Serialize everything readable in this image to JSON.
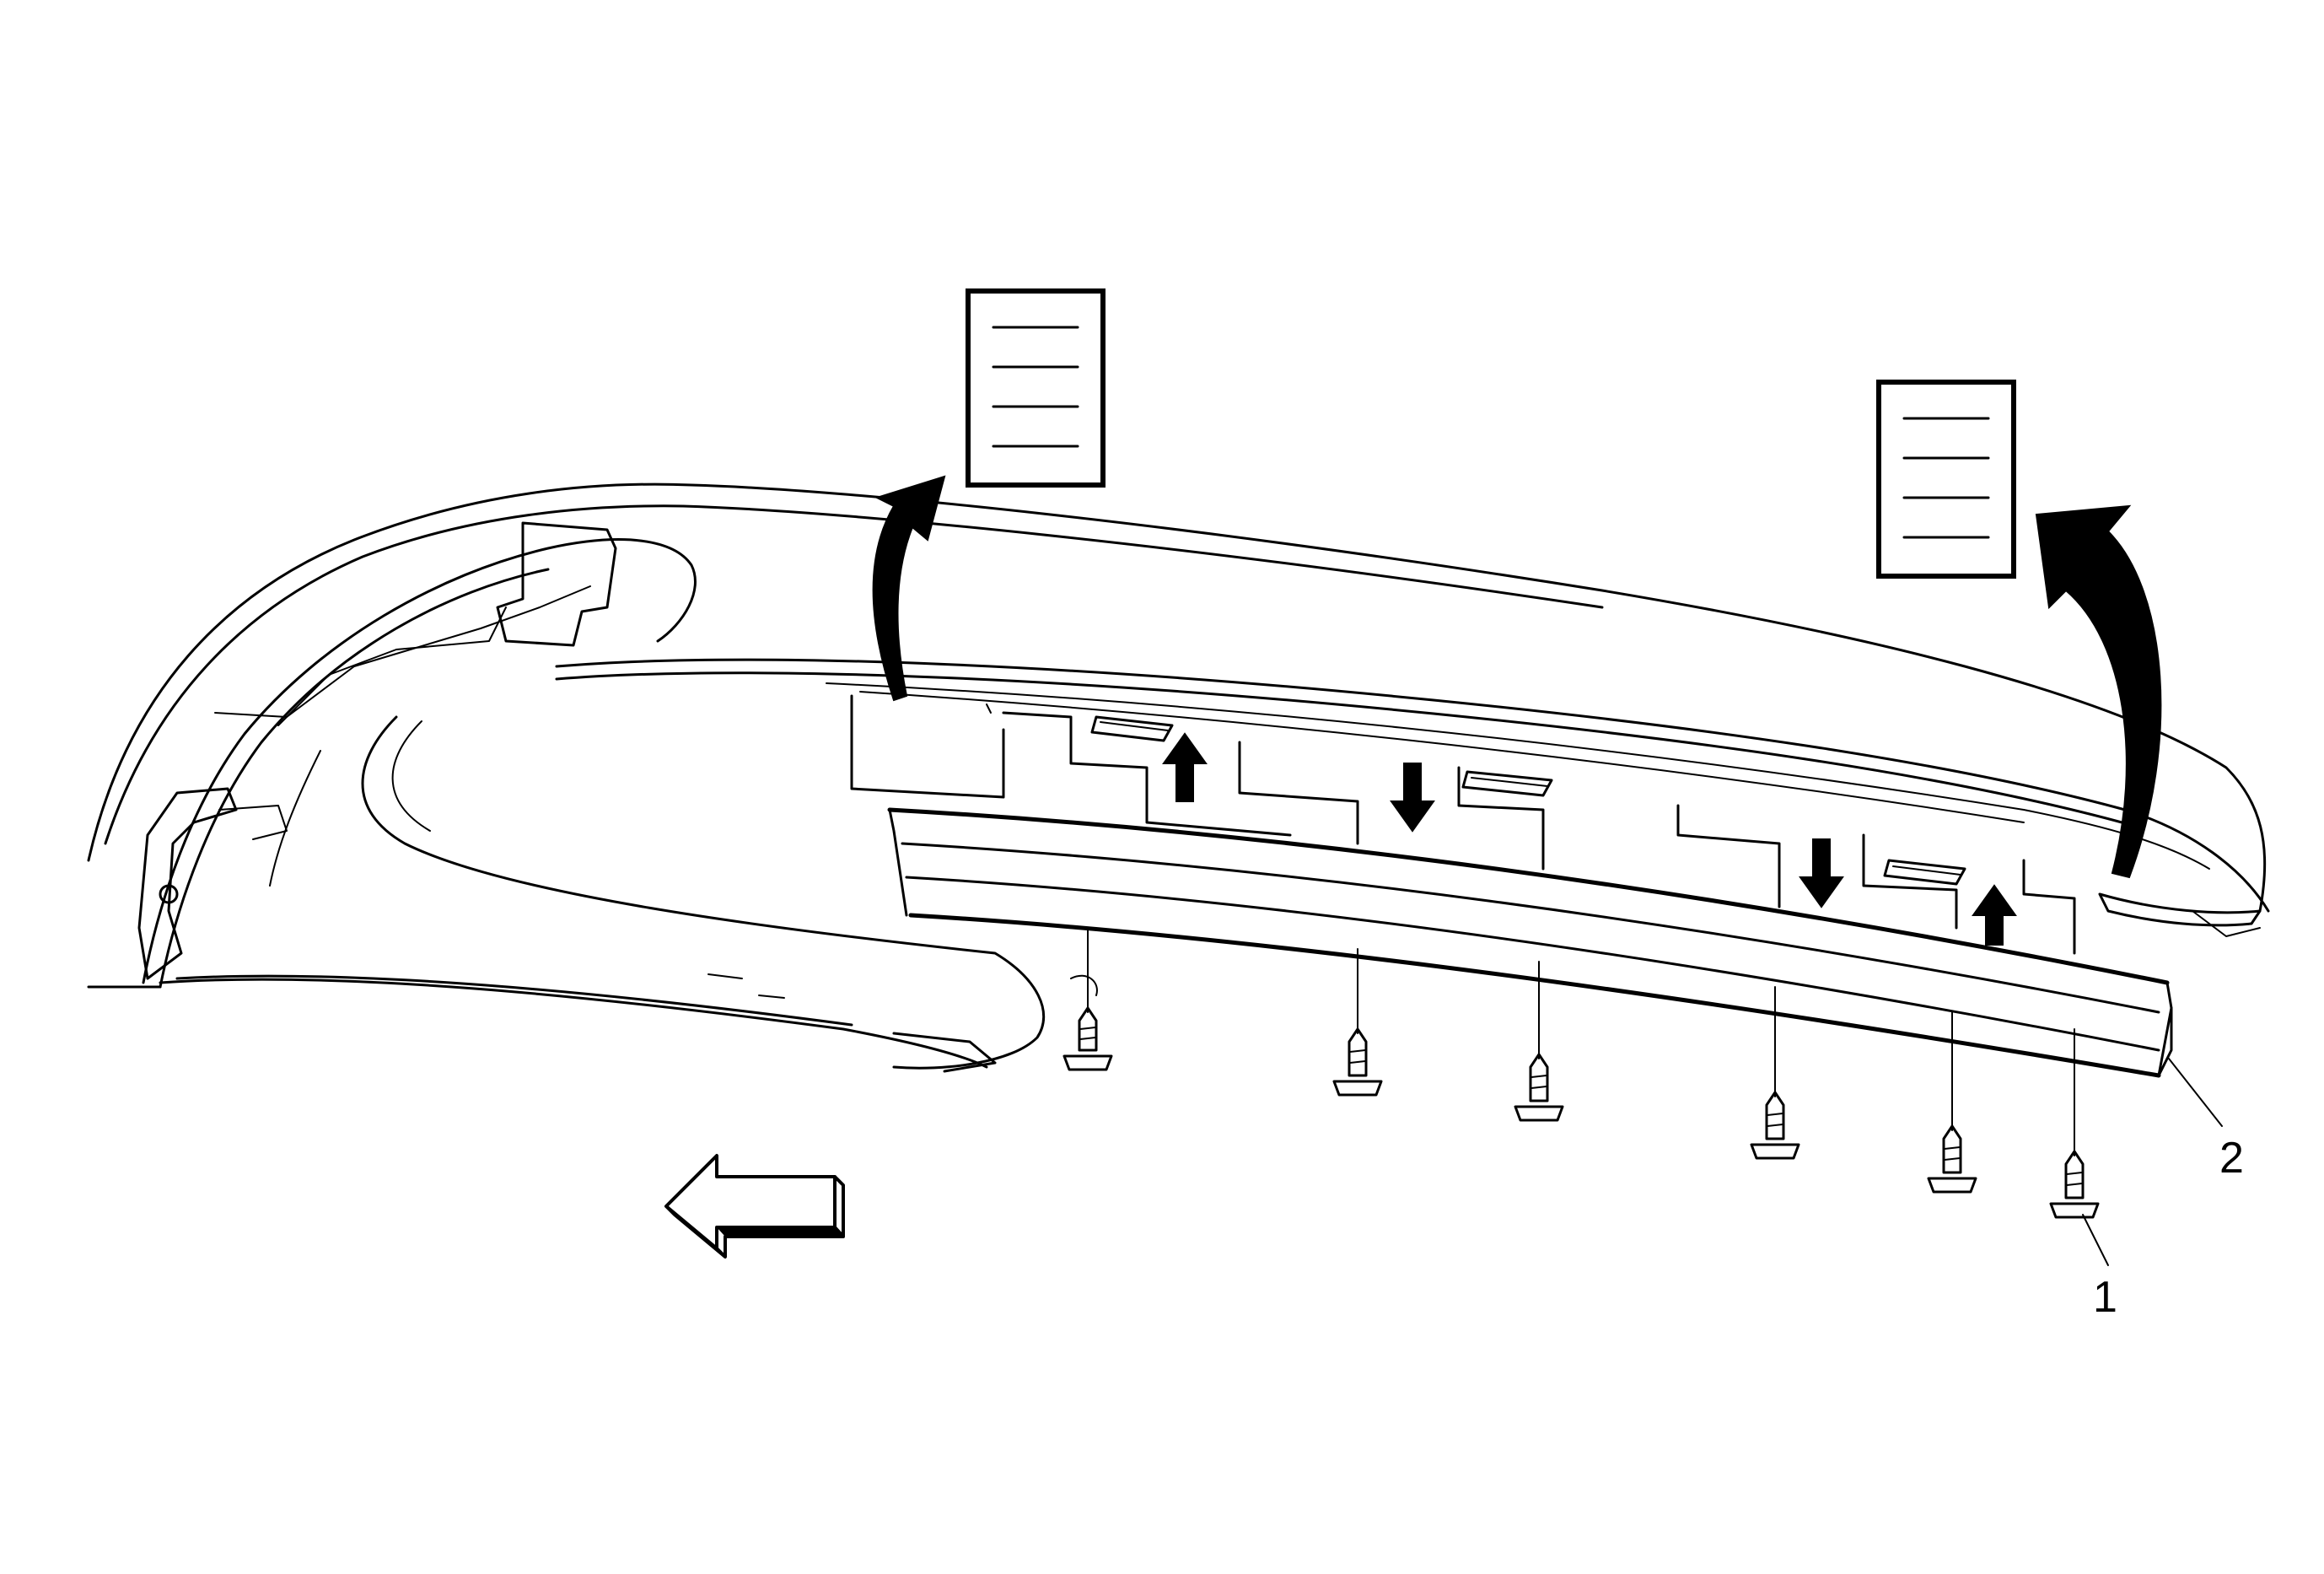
{
  "callouts": [
    {
      "id": "1",
      "label": "1"
    },
    {
      "id": "2",
      "label": "2"
    }
  ],
  "icons": {
    "info": "document-info-icon",
    "direction": "forward-direction-arrow-icon"
  },
  "colors": {
    "ink": "#000000",
    "paper": "#ffffff"
  }
}
